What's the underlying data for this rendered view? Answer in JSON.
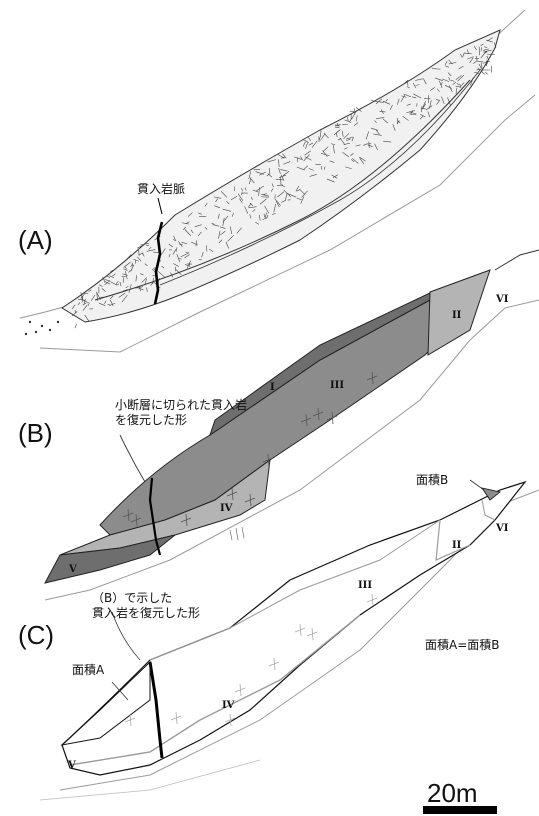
{
  "panels": {
    "a": {
      "label": "(A)",
      "dike_label": "貫入岩脈"
    },
    "b": {
      "label": "(B)",
      "annotation_line1": "小断層に切られた貫入岩",
      "annotation_line2": "を復元した形",
      "units": [
        "I",
        "III",
        "II",
        "VI",
        "IV",
        "V"
      ]
    },
    "c": {
      "label": "(C)",
      "annotation_line1": "（B）で示した",
      "annotation_line2": "貫入岩を復元した形",
      "area_a": "面積A",
      "area_b": "面積B",
      "equation": "面積A=面積B",
      "units": [
        "III",
        "II",
        "VI",
        "IV",
        "V"
      ]
    }
  },
  "scale_bar": {
    "label": "20m"
  },
  "colors": {
    "dark_gray": "#6e6e6e",
    "mid_gray": "#8c8c8c",
    "light_gray": "#b4b4b4",
    "line": "#111111",
    "trace": "#8a8a8a"
  }
}
